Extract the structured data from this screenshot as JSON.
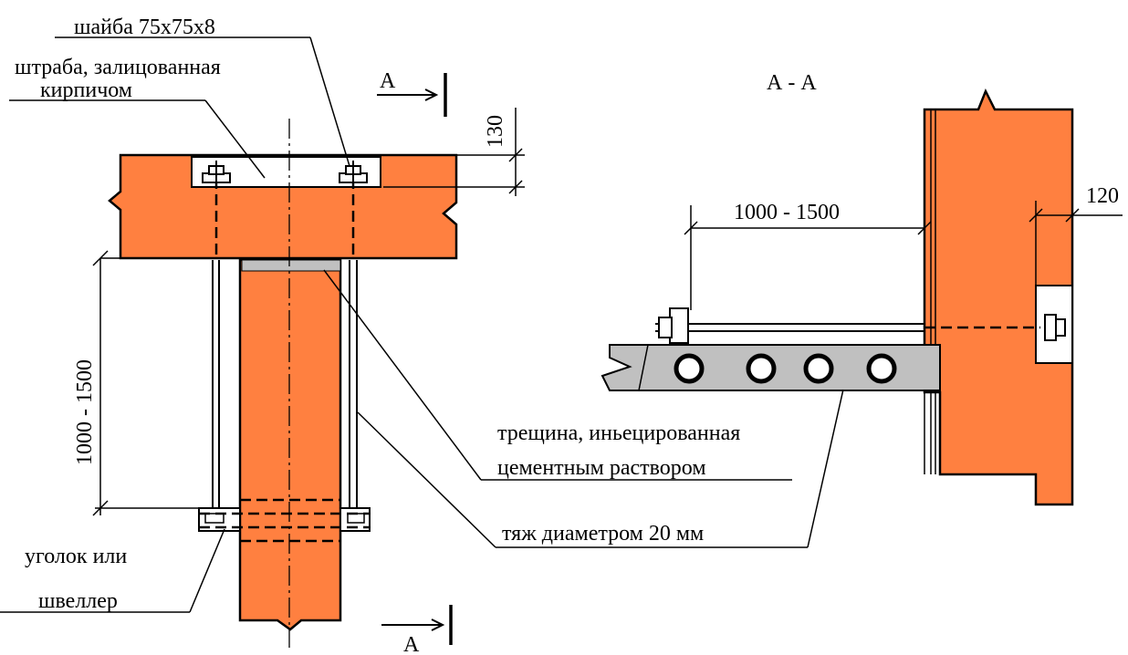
{
  "labels": {
    "washer": "шайба 75х75х8",
    "chase_line1": "штраба, залицованная",
    "chase_line2": "кирпичом",
    "section_mark_top": "А",
    "section_mark_bottom": "А",
    "section_title": "А - А",
    "dim_130": "130",
    "dim_vertical": "1000 - 1500",
    "dim_horizontal": "1000 - 1500",
    "dim_120": "120",
    "crack_line1": "трещина, иньецированная",
    "crack_line2": "цементным раствором",
    "tie_rod": "тяж диаметром 20 мм",
    "angle_line1": "уголок или",
    "angle_line2": "швеллер"
  },
  "colors": {
    "brick": "#ff8040",
    "concrete": "#c0c0c0",
    "line": "#000000",
    "background": "#ffffff"
  }
}
